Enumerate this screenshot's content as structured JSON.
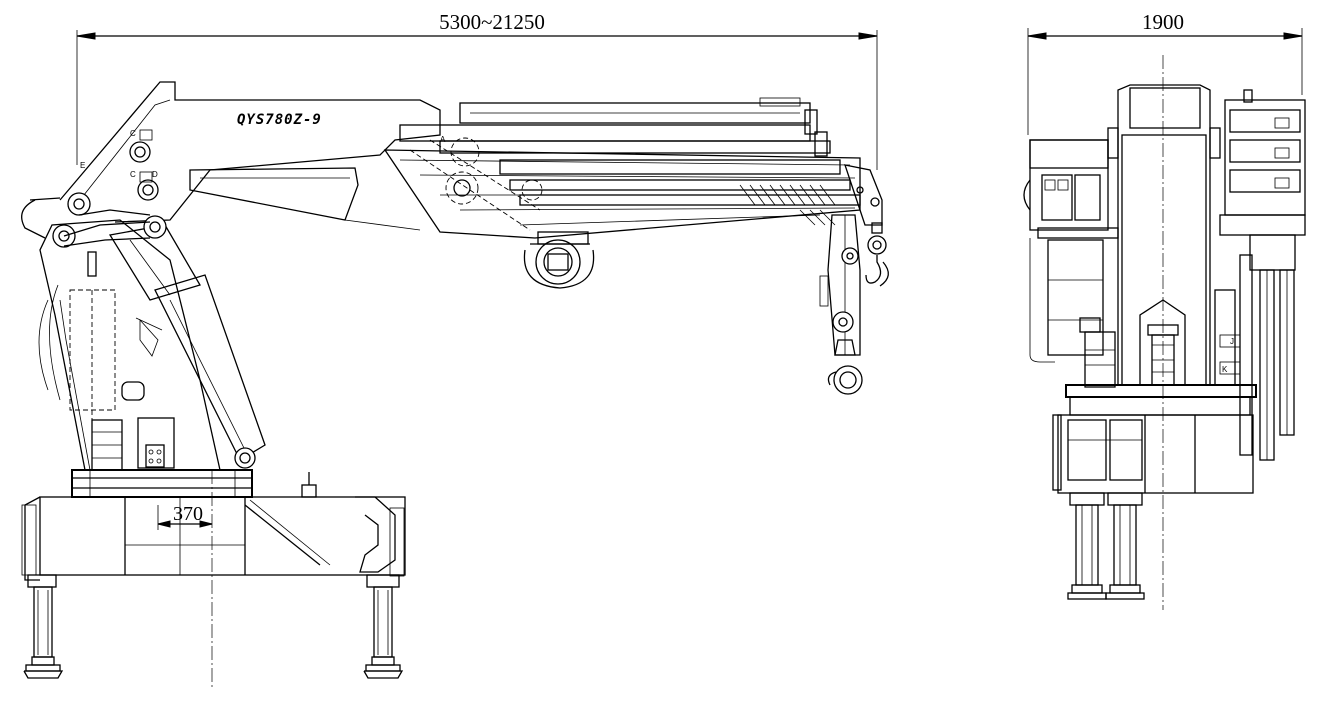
{
  "dimensions": {
    "reach_range": "5300~21250",
    "width": "1900",
    "offset": "370"
  },
  "model_label": "QYS780Z-9",
  "detail_markers": [
    "C",
    "C",
    "D",
    "E",
    "A",
    "J",
    "K"
  ],
  "views": [
    "side-view",
    "rear-view"
  ]
}
